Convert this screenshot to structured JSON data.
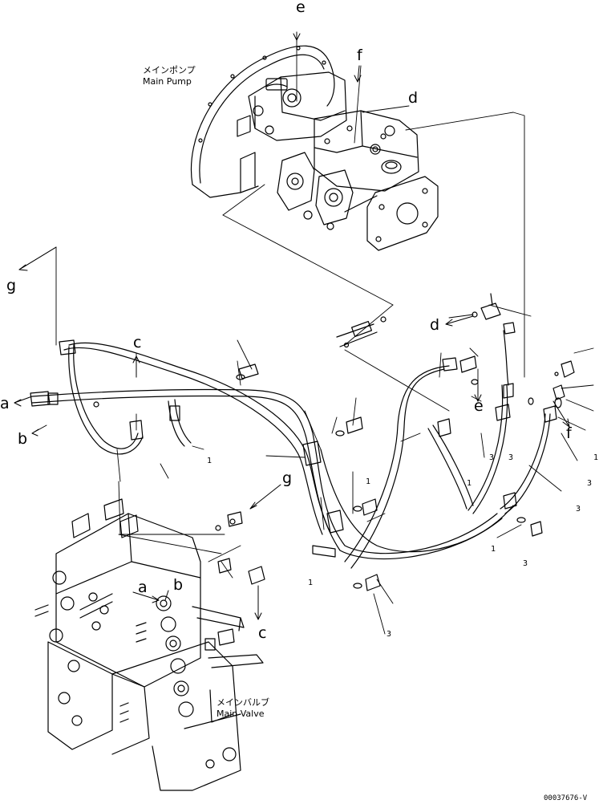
{
  "diagram": {
    "captions": {
      "main_pump_jp": "メインポンプ",
      "main_pump_en": "Main Pump",
      "main_valve_jp": "メインバルブ",
      "main_valve_en": "Main Valve"
    },
    "letters": {
      "a_left": "a",
      "b_left": "b",
      "c_top": "c",
      "d_top": "d",
      "e_top": "e",
      "f_top": "f",
      "g_top": "g",
      "d_right": "d",
      "e_right": "e",
      "f_right": "f",
      "g_mid": "g",
      "a_valve": "a",
      "b_valve": "b",
      "c_valve": "c"
    },
    "callouts": {
      "n1": "1",
      "n2": "1",
      "n3": "1",
      "n4": "1",
      "n5": "1",
      "n6": "1",
      "n7": "3",
      "n8": "3",
      "n9": "3",
      "n10": "3",
      "n11": "3",
      "n12": "3"
    },
    "drawing_code": "00037676-V"
  }
}
